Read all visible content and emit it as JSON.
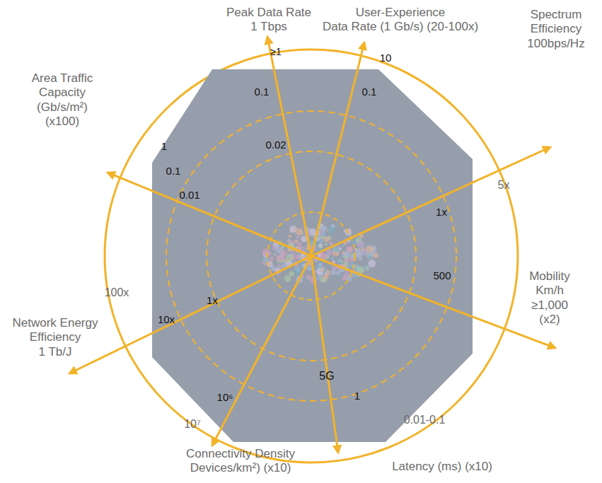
{
  "diagram": {
    "labels": [
      "Peak Data Rate 1 Tbps",
      "≥1",
      "0.1",
      "0.02",
      "User-Experience Data Rate (1 Gb/s) (20-100x)",
      "10",
      "0.1",
      "Spectrum Efficiency 100bps/Hz",
      "5x",
      "1x",
      "Mobility Km/h ≥1,000 (x2)",
      "500",
      "Latency (ms) (x10)",
      "0.01-0.1",
      "1",
      "5G",
      "Connectivity Density Devices/km²) (x10)",
      "10⁷",
      "10⁶",
      "Network Energy Efficiency 1 Tb/J",
      "100x",
      "10x",
      "1x",
      "Area Traffic Capacity (Gb/s/m²) (x100)",
      "1",
      "0.1",
      "0.01"
    ]
  }
}
